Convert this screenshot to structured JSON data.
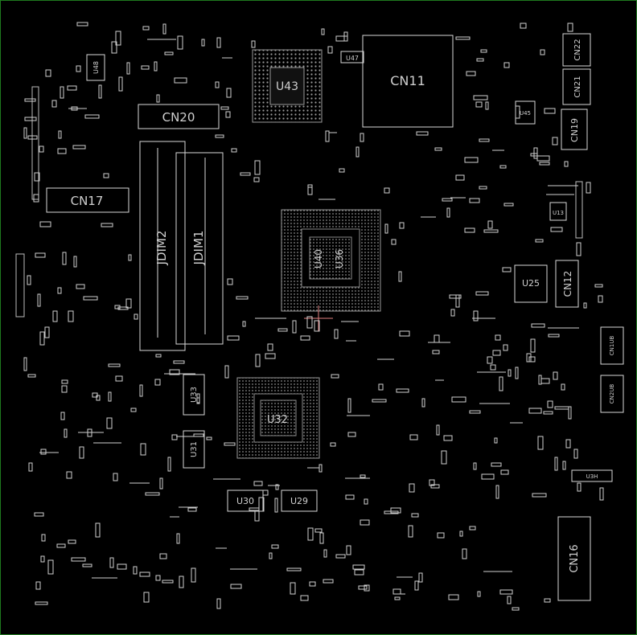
{
  "colors": {
    "background": "#000000",
    "outline": "#d8d8d8",
    "border": "#1f7a1f",
    "cursor": "#e08080"
  },
  "labels": {
    "cn11": "CN11",
    "cn20": "CN20",
    "cn17": "CN17",
    "cn22": "CN22",
    "cn21": "CN21",
    "cn19": "CN19",
    "cn12": "CN12",
    "cn16": "CN16",
    "u43": "U43",
    "u40": "U40",
    "u36": "U36",
    "u32": "U32",
    "u33": "U33",
    "u31": "U31",
    "u30": "U30",
    "u29": "U29",
    "u25": "U25",
    "u48": "U48",
    "u47": "U47",
    "u45": "U45",
    "u13": "U13",
    "jdim2": "JDIM2",
    "jdim1": "JDIM1",
    "cn1ub": "CN1UB",
    "cn2ub": "CN2UB",
    "u3h": "U3H"
  }
}
